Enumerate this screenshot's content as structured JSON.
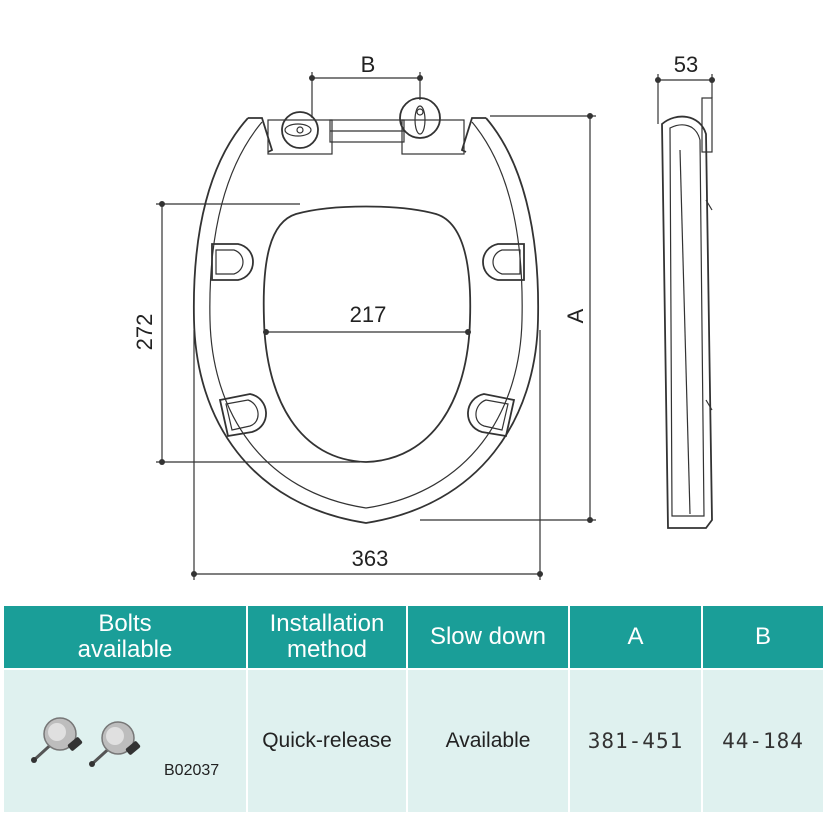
{
  "dimensions": {
    "width": "363",
    "depth": "272",
    "inner_width": "217",
    "height_label": "53",
    "a_label": "A",
    "b_label": "B"
  },
  "table": {
    "headers": {
      "bolts": [
        "Bolts",
        "available"
      ],
      "installation": [
        "Installation",
        "method"
      ],
      "slow_down": "Slow down",
      "a": "A",
      "b": "B"
    },
    "row": {
      "bolt_code": "B02037",
      "installation": "Quick-release",
      "slow_down": "Available",
      "a": "381-451",
      "b": "44-184"
    }
  },
  "colors": {
    "header_bg": "#1a9e98",
    "row_bg": "#dff1ef"
  }
}
